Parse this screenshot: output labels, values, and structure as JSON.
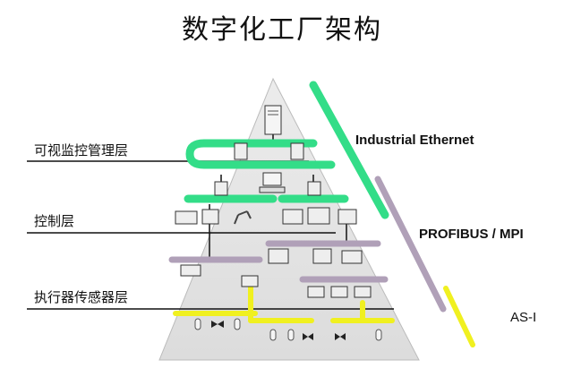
{
  "title": "数字化工厂架构",
  "layers": {
    "monitoring": "可视监控管理层",
    "control": "控制层",
    "field": "执行器传感器层"
  },
  "networks": {
    "ethernet": "Industrial Ethernet",
    "profibus": "PROFIBUS / MPI",
    "asi": "AS-I"
  },
  "colors": {
    "ethernet": "#33dd88",
    "profibus": "#b0a0b8",
    "asi": "#f0f020",
    "pyramid": "#e4e4e4"
  }
}
